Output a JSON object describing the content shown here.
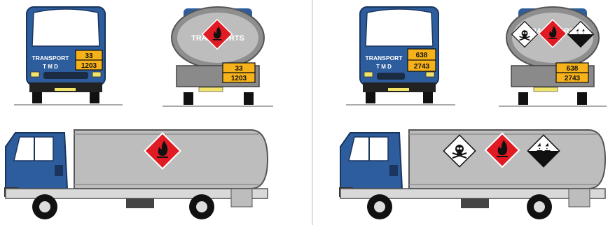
{
  "colors": {
    "cab_blue": "#2d5d9c",
    "cab_dark": "#1f3f6e",
    "tank_grey": "#bdbdbd",
    "tank_dark": "#8e8e8e",
    "plate_orange": "#f6b21a",
    "hazard_red": "#e01b24",
    "divider": "#bfbfbf"
  },
  "left": {
    "front_cab_text_1": "TRANSPORT",
    "front_cab_text_2": "T M D",
    "plate_top": "33",
    "plate_bottom": "1203",
    "rear_tank_text": "TRANSPORTS",
    "rear_plate_top": "33",
    "rear_plate_bottom": "1203"
  },
  "right": {
    "front_cab_text_1": "TRANSPORT",
    "front_cab_text_2": "T M D",
    "plate_top": "638",
    "plate_bottom": "2743",
    "rear_tank_text": "TRANSPORTS",
    "rear_plate_top": "638",
    "rear_plate_bottom": "2743"
  },
  "icons": {
    "flammable": "flame-icon",
    "toxic": "skull-icon",
    "corrosive": "corrosive-icon"
  }
}
